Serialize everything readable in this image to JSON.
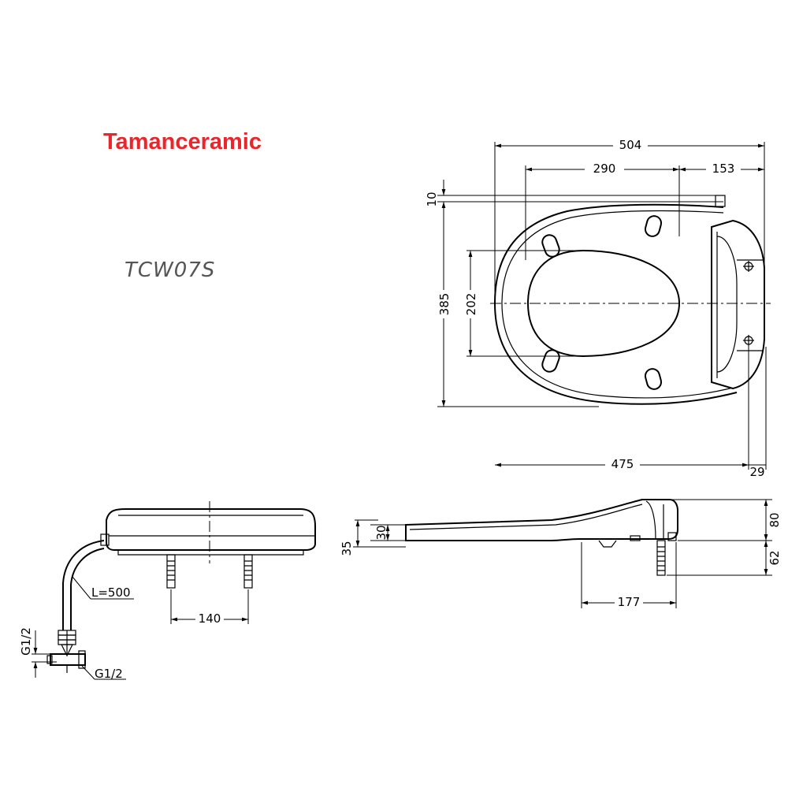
{
  "brand": "Tamanceramic",
  "model": "TCW07S",
  "dimensions": {
    "total_width": "504",
    "hole_spacing": "290",
    "rear_offset": "153",
    "hinge_offset": "10",
    "total_length": "385",
    "opening_length": "202",
    "body_width": "475",
    "back_offset": "29",
    "bolt_spacing": "140",
    "hose_length": "L=500",
    "thread_vertical": "G1/2",
    "thread_horizontal": "G1/2",
    "seat_height": "30",
    "front_height": "35",
    "unit_height": "80",
    "bolt_length": "62",
    "unit_depth": "177"
  }
}
